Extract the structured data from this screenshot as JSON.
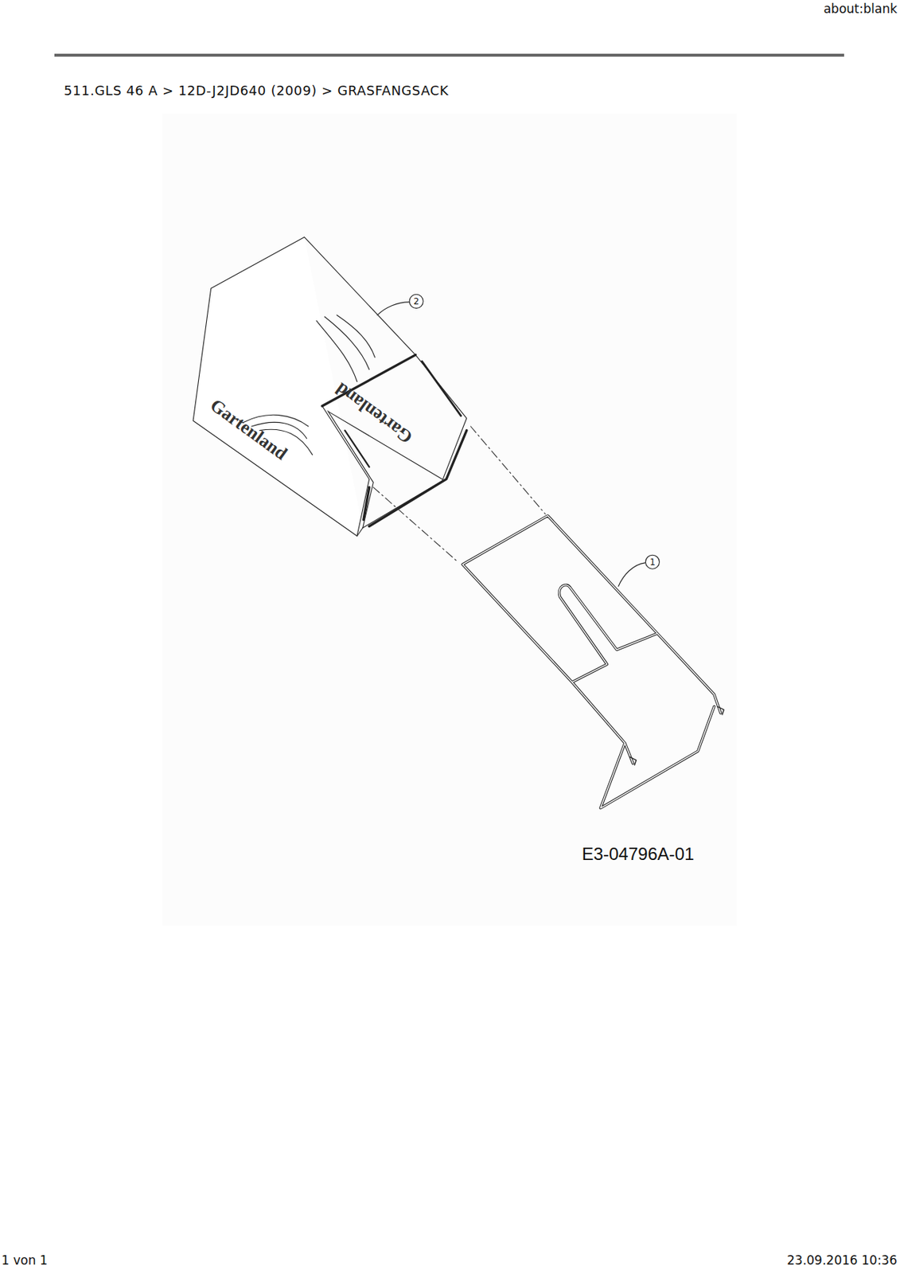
{
  "diagram": {
    "title": "511.GLS 46 A  >  12D-J2JD640 (2009)  >  GRASFANGSACK",
    "labels": [
      "about:blank",
      "2",
      "1",
      "Gartenland",
      "Gartenland",
      "E3-04796A-01",
      "1 von 1",
      "23.09.2016 10:36"
    ]
  }
}
